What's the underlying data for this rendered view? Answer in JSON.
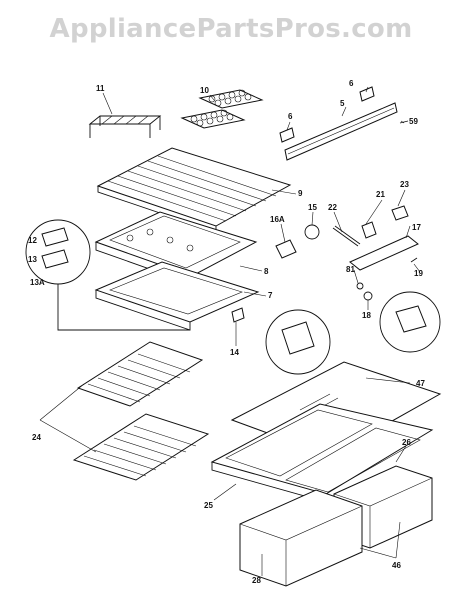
{
  "watermark": "AppliancePartsPros.com",
  "callouts": {
    "c5": "5",
    "c6a": "6",
    "c6b": "6",
    "c59": "59",
    "c10": "10",
    "c11": "11",
    "c9": "9",
    "c21": "21",
    "c23": "23",
    "c22": "22",
    "c15": "15",
    "c16a": "16A",
    "c17": "17",
    "c12": "12",
    "c13": "13",
    "c13a": "13A",
    "c8": "8",
    "c7": "7",
    "c81": "81",
    "c18": "18",
    "c19": "19",
    "c14": "14",
    "c47": "47",
    "c24": "24",
    "c26": "26",
    "c25": "25",
    "c28": "28",
    "c46": "46"
  }
}
